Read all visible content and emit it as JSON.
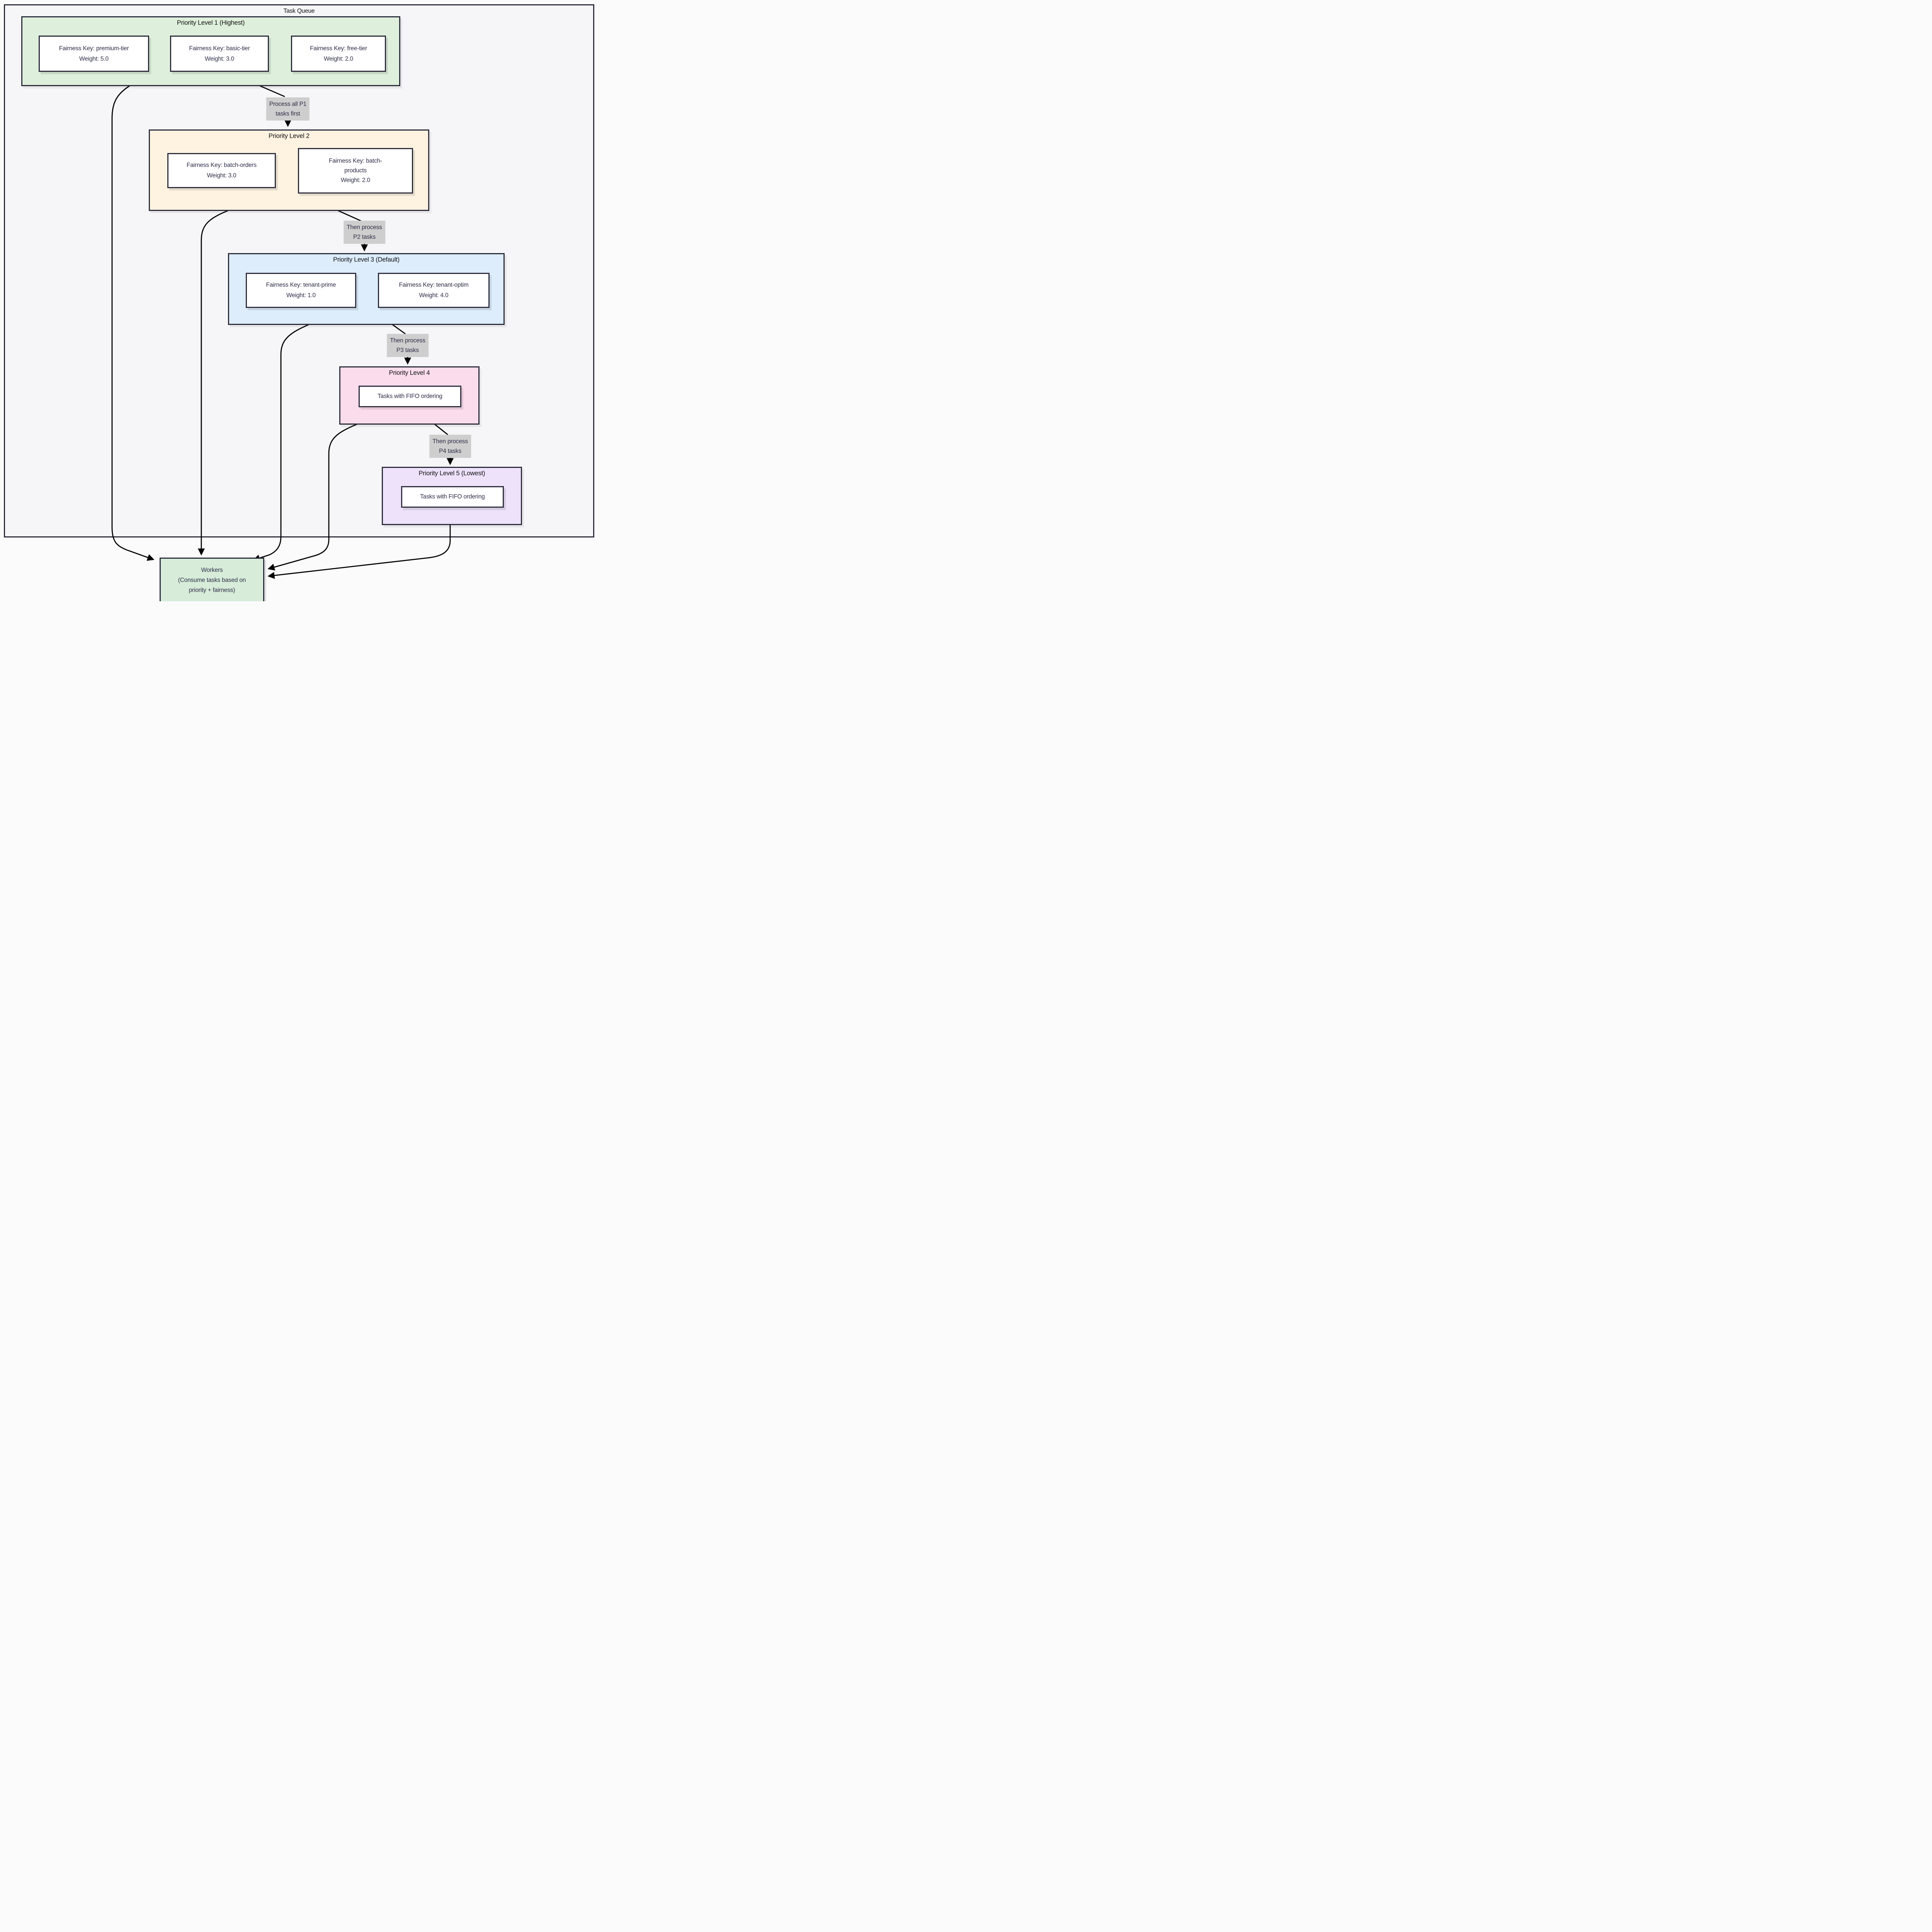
{
  "diagram": {
    "container": {
      "label": "Task Queue"
    },
    "subgraphs": [
      {
        "id": "p1",
        "title": "Priority Level 1 (Highest)",
        "fill": "#def0dc",
        "nodes": [
          {
            "lines": [
              "Fairness Key: premium-tier",
              "Weight: 5.0"
            ]
          },
          {
            "lines": [
              "Fairness Key: basic-tier",
              "Weight: 3.0"
            ]
          },
          {
            "lines": [
              "Fairness Key: free-tier",
              "Weight: 2.0"
            ]
          }
        ]
      },
      {
        "id": "p2",
        "title": "Priority Level 2",
        "fill": "#fdf3e0",
        "nodes": [
          {
            "lines": [
              "Fairness Key: batch-orders",
              "Weight: 3.0"
            ]
          },
          {
            "lines": [
              "Fairness Key: batch-",
              "products",
              "Weight: 2.0"
            ]
          }
        ]
      },
      {
        "id": "p3",
        "title": "Priority Level 3 (Default)",
        "fill": "#ddedfc",
        "nodes": [
          {
            "lines": [
              "Fairness Key: tenant-prime",
              "Weight: 1.0"
            ]
          },
          {
            "lines": [
              "Fairness Key: tenant-optim",
              "Weight: 4.0"
            ]
          }
        ]
      },
      {
        "id": "p4",
        "title": "Priority Level 4",
        "fill": "#fbdcec",
        "nodes": [
          {
            "lines": [
              "Tasks with FIFO ordering"
            ]
          }
        ]
      },
      {
        "id": "p5",
        "title": "Priority Level 5 (Lowest)",
        "fill": "#eee2fb",
        "nodes": [
          {
            "lines": [
              "Tasks with FIFO ordering"
            ]
          }
        ]
      }
    ],
    "edge_labels": [
      {
        "lines": [
          "Process all P1",
          "tasks first"
        ]
      },
      {
        "lines": [
          "Then process",
          "P2 tasks"
        ]
      },
      {
        "lines": [
          "Then process",
          "P3 tasks"
        ]
      },
      {
        "lines": [
          "Then process",
          "P4 tasks"
        ]
      }
    ],
    "worker_node": {
      "fill": "#d7ecd9",
      "lines": [
        "Workers",
        "(Consume tasks based on",
        "priority + fairness)"
      ]
    },
    "colors": {
      "page_bg": "#fbfbfc",
      "container_bg": "#f6f6f8",
      "border": "#2e2e3e",
      "node_bg": "#ffffff",
      "node_text": "#2e2e48",
      "edge_label_bg": "#cecece",
      "arrow": "#000000"
    }
  }
}
